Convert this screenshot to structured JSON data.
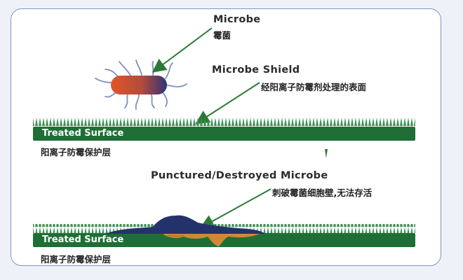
{
  "microbe": {
    "label_en": "Microbe",
    "label_cn": "霉菌"
  },
  "shield": {
    "label_en": "Microbe Shield",
    "label_cn": "经阳离子防霉剂处理的表面"
  },
  "surface_top": {
    "bar_label": "Treated Surface",
    "caption": "阳离子防霉保护层"
  },
  "punctured": {
    "label_en": "Punctured/Destroyed Microbe",
    "label_cn": "刺破霉菌细胞壁,无法存活"
  },
  "surface_bottom": {
    "bar_label": "Treated Surface",
    "caption": "阳离子防霉保护层"
  },
  "colors": {
    "bar": "#1e6e35",
    "spikes": "#3f8f56",
    "arrow": "#2a7a35",
    "microbe_body_start": "#e0562a",
    "microbe_body_end": "#2d3477",
    "flagella": "#7b8fc2",
    "panel_border": "#7f93c9"
  }
}
